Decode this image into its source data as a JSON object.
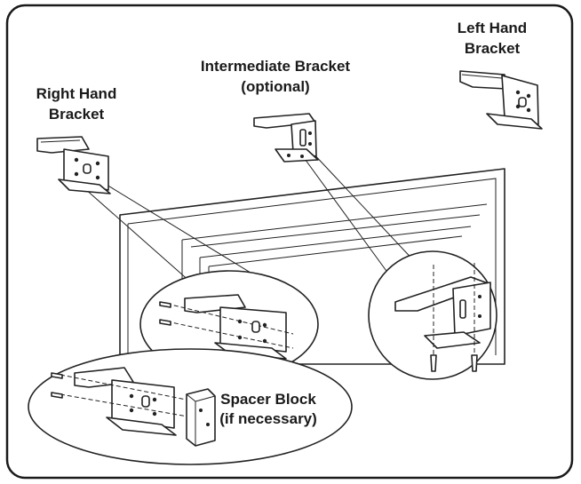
{
  "labels": {
    "left_hand_line1": "Left Hand",
    "left_hand_line2": "Bracket",
    "intermediate_line1": "Intermediate Bracket",
    "intermediate_line2": "(optional)",
    "right_hand_line1": "Right Hand",
    "right_hand_line2": "Bracket",
    "spacer_line1": "Spacer Block",
    "spacer_line2": "(if necessary)"
  }
}
